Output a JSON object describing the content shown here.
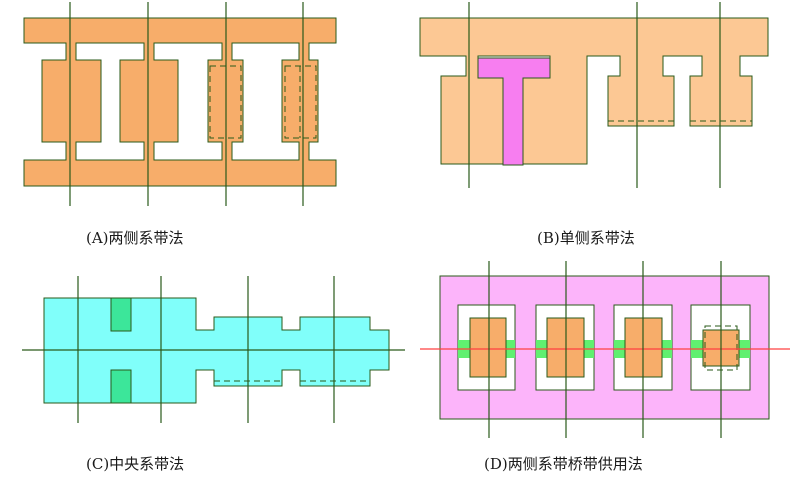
{
  "captions": {
    "a": "(A)两侧系带法",
    "b": "(B)单侧系带法",
    "c": "(C)中央系带法",
    "d": "(D)两侧系带桥带供用法"
  },
  "colors": {
    "orange": "#f7ad6a",
    "light_orange": "#fcc894",
    "magenta": "#f77ef0",
    "cyan": "#80fffa",
    "green": "#3ce69a",
    "pink": "#fcb4fa",
    "bright_green": "#60f070",
    "outline": "#2a5a1a",
    "red_line": "#ff4040"
  }
}
